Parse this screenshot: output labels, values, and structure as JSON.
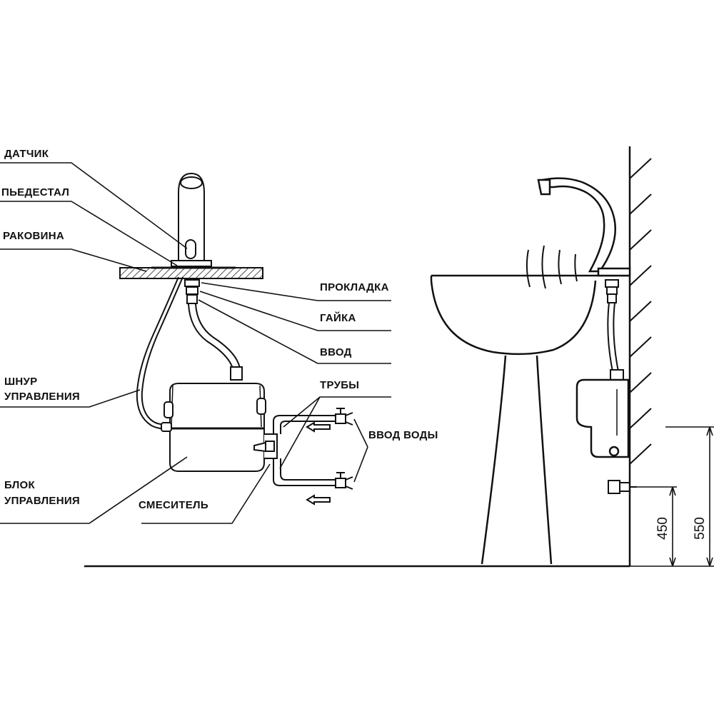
{
  "labels": {
    "sensor": "ДАТЧИК",
    "pedestal": "ПЬЕДЕСТАЛ",
    "sink": "РАКОВИНА",
    "gasket": "ПРОКЛАДКА",
    "nut": "ГАЙКА",
    "inlet": "ВВОД",
    "pipes": "ТРУБЫ",
    "water_inlet": "ВВОД ВОДЫ",
    "control_cord_line1": "ШНУР",
    "control_cord_line2": "УПРАВЛЕНИЯ",
    "control_unit_line1": "БЛОК",
    "control_unit_line2": "УПРАВЛЕНИЯ",
    "mixer": "СМЕСИТЕЛЬ"
  },
  "dimensions": {
    "lower": "450",
    "upper": "550"
  }
}
